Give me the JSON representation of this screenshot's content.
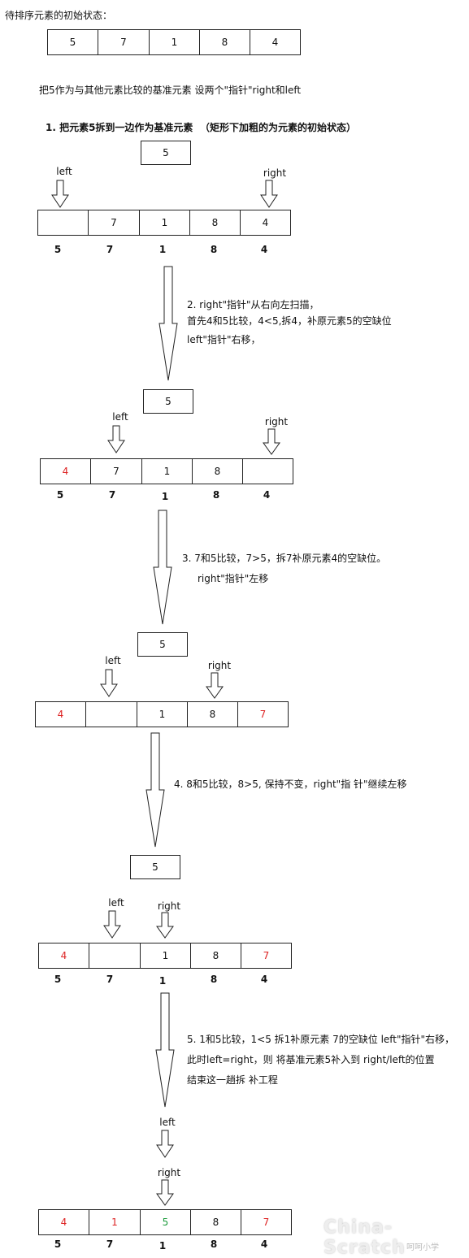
{
  "intro": {
    "heading": "待排序元素的初始状态：",
    "initial": [
      "5",
      "7",
      "1",
      "8",
      "4"
    ],
    "pivot_note": "把5作为与其他元素比较的基准元素   设两个\"指针\"right和left"
  },
  "step1": {
    "title": "1. 把元素5拆到一边作为基准元素",
    "title_note": "（矩形下加粗的为元素的初始状态）",
    "pivot": "5",
    "left_label": "left",
    "right_label": "right",
    "cells": [
      "",
      "7",
      "1",
      "8",
      "4"
    ],
    "below": [
      "5",
      "7",
      "1",
      "8",
      "4"
    ]
  },
  "step2": {
    "line1": "2. right\"指针\"从右向左扫描，",
    "line2": "首先4和5比较，4<5,拆4，补原元素5的空缺位",
    "line3": "left\"指针\"右移，",
    "pivot": "5",
    "left_label": "left",
    "right_label": "right",
    "cells": [
      "4",
      "7",
      "1",
      "8",
      ""
    ],
    "below": [
      "5",
      "7",
      "1",
      "8",
      "4"
    ]
  },
  "step3": {
    "line1": "3.  7和5比较，7>5，拆7补原元素4的空缺位。",
    "line2": "right\"指针\"左移",
    "pivot": "5",
    "left_label": "left",
    "right_label": "right",
    "cells": [
      "4",
      "",
      "1",
      "8",
      "7"
    ]
  },
  "step4": {
    "line1": "4.  8和5比较，8>5, 保持不变，right\"指 针\"继续左移",
    "pivot": "5",
    "left_label": "left",
    "right_label": "right",
    "cells": [
      "4",
      "",
      "1",
      "8",
      "7"
    ],
    "below": [
      "5",
      "7",
      "1",
      "8",
      "4"
    ]
  },
  "step5": {
    "line1": "5.  1和5比较，1<5 拆1补原元素 7的空缺位     left\"指针\"右移，",
    "line2": "此时left=right，则 将基准元素5补入到 right/left的位置",
    "line3": "结束这一趟拆 补工程",
    "left_label": "left",
    "right_label": "right",
    "cells": [
      "4",
      "1",
      "5",
      "8",
      "7"
    ],
    "below": [
      "5",
      "7",
      "1",
      "8",
      "4"
    ]
  },
  "watermark": {
    "brand": "China-Scratch",
    "sub": "呵呵小学"
  },
  "colors": {
    "moved": "#d22222",
    "placed": "#1a9a3a",
    "border": "#222222"
  }
}
